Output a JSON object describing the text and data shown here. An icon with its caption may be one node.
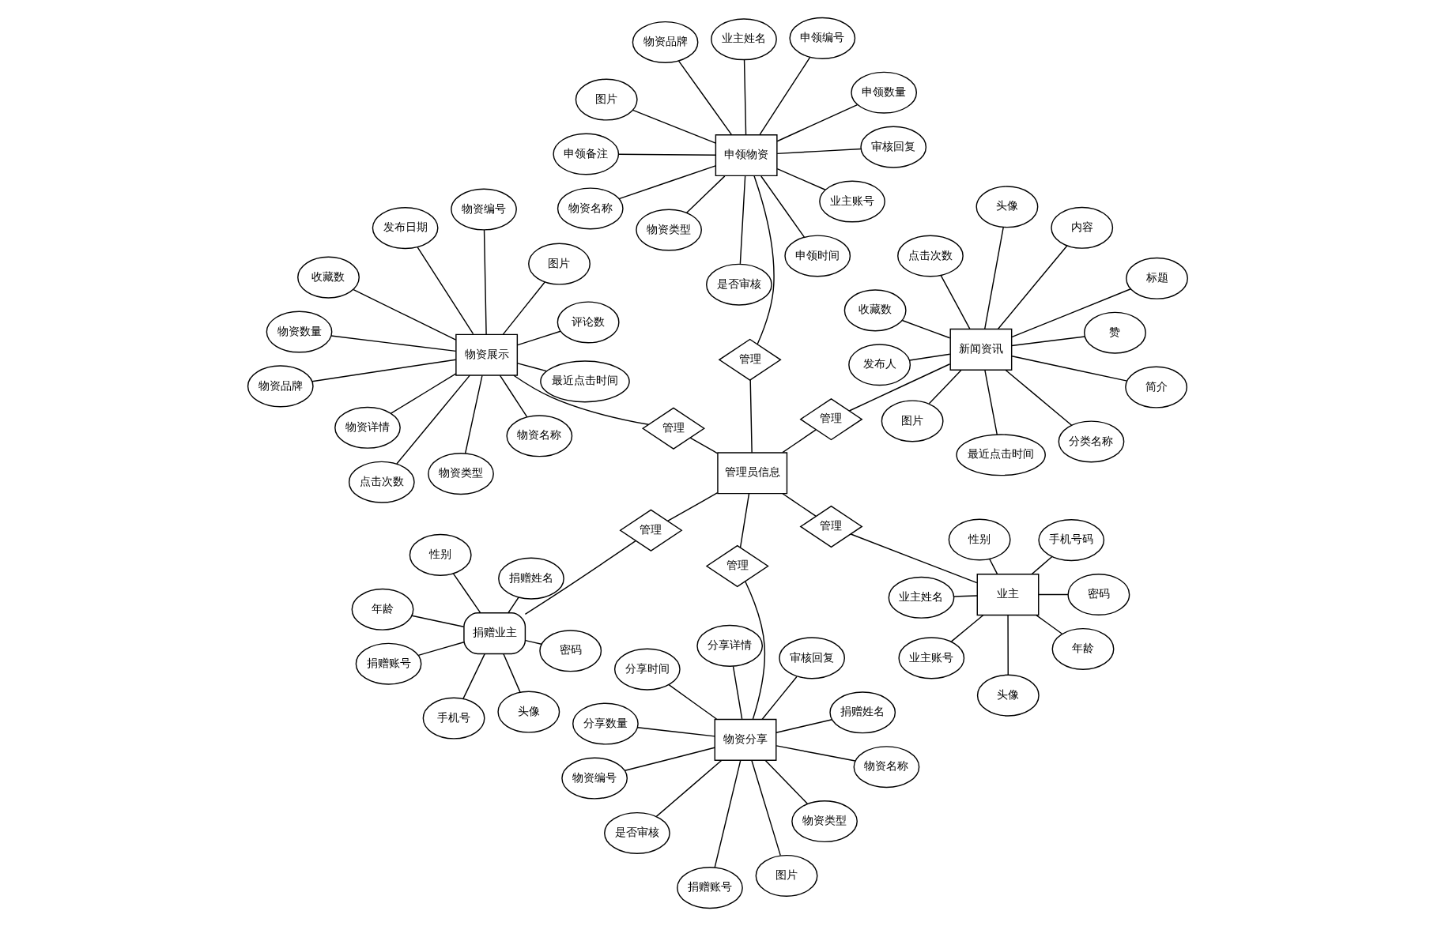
{
  "diagram": {
    "nodes": [
      {
        "text": [
          "捐赠业主"
        ]
      },
      {
        "text": [
          "密码"
        ]
      },
      {
        "text": [
          "手机号"
        ]
      },
      {
        "text": [
          "性别"
        ]
      },
      {
        "text": [
          "捐赠姓名"
        ]
      },
      {
        "text": [
          "年龄"
        ]
      },
      {
        "text": [
          "捐赠账号"
        ]
      },
      {
        "text": [
          "头像"
        ]
      },
      {
        "text": [
          "管理"
        ]
      },
      {
        "text": [
          "业主"
        ]
      },
      {
        "text": [
          "业主账号"
        ]
      },
      {
        "text": [
          "业主姓名"
        ]
      },
      {
        "text": [
          "密码"
        ]
      },
      {
        "text": [
          "手机号码"
        ]
      },
      {
        "text": [
          "性别"
        ]
      },
      {
        "text": [
          "头像"
        ]
      },
      {
        "text": [
          "年龄"
        ]
      },
      {
        "text": [
          "管理"
        ]
      },
      {
        "text": [
          "申领物资"
        ]
      },
      {
        "text": [
          "图片"
        ]
      },
      {
        "text": [
          "物资类型"
        ]
      },
      {
        "text": [
          "物资名称"
        ]
      },
      {
        "text": [
          "申领数量"
        ]
      },
      {
        "text": [
          "申领编号"
        ]
      },
      {
        "text": [
          "物资品牌"
        ]
      },
      {
        "text": [
          "申领时间"
        ]
      },
      {
        "text": [
          "审核回复"
        ]
      },
      {
        "text": [
          "申领备注"
        ]
      },
      {
        "text": [
          "是否审核"
        ]
      },
      {
        "text": [
          "业主账号"
        ]
      },
      {
        "text": [
          "业主姓名"
        ]
      },
      {
        "text": [
          "管理"
        ]
      },
      {
        "text": [
          "管理员信息"
        ]
      },
      {
        "text": [
          "物资展示"
        ]
      },
      {
        "text": [
          "图片"
        ]
      },
      {
        "text": [
          "物资类型"
        ]
      },
      {
        "text": [
          "物资名称"
        ]
      },
      {
        "text": [
          "物资编号"
        ]
      },
      {
        "text": [
          "物资数量"
        ]
      },
      {
        "text": [
          "物资品牌"
        ]
      },
      {
        "text": [
          "发布日期"
        ]
      },
      {
        "text": [
          "收藏数"
        ]
      },
      {
        "text": [
          "物资详情"
        ]
      },
      {
        "text": [
          "评论数"
        ]
      },
      {
        "text": [
          "最近点击时间"
        ]
      },
      {
        "text": [
          "点击次数"
        ]
      },
      {
        "text": [
          "管理"
        ]
      },
      {
        "text": [
          "新闻资讯"
        ]
      },
      {
        "text": [
          "简介"
        ]
      },
      {
        "text": [
          "分类名称"
        ]
      },
      {
        "text": [
          "发布人"
        ]
      },
      {
        "text": [
          "标题"
        ]
      },
      {
        "text": [
          "头像"
        ]
      },
      {
        "text": [
          "点击次数"
        ]
      },
      {
        "text": [
          "内容"
        ]
      },
      {
        "text": [
          "最近点击时间"
        ]
      },
      {
        "text": [
          "图片"
        ]
      },
      {
        "text": [
          "收藏数"
        ]
      },
      {
        "text": [
          "赞"
        ]
      },
      {
        "text": [
          "管理"
        ]
      },
      {
        "text": [
          "管理"
        ]
      },
      {
        "text": [
          "物资分享"
        ]
      },
      {
        "text": [
          "物资编号"
        ]
      },
      {
        "text": [
          "审核回复"
        ]
      },
      {
        "text": [
          "物资名称"
        ]
      },
      {
        "text": [
          "是否审核"
        ]
      },
      {
        "text": [
          "物资类型"
        ]
      },
      {
        "text": [
          "捐赠姓名"
        ]
      },
      {
        "text": [
          "图片"
        ]
      },
      {
        "text": [
          "分享数量"
        ]
      },
      {
        "text": [
          "捐赠账号"
        ]
      },
      {
        "text": [
          "分享详情"
        ]
      },
      {
        "text": [
          "分享时间"
        ]
      }
    ],
    "edges": [
      {
        "from": 0,
        "to": 1,
        "arrow": "none"
      },
      {
        "from": 0,
        "to": 2,
        "arrow": "none"
      },
      {
        "from": 0,
        "to": 3,
        "arrow": "none"
      },
      {
        "from": 0,
        "to": 4,
        "arrow": "none"
      },
      {
        "from": 0,
        "to": 5,
        "arrow": "none"
      },
      {
        "from": 0,
        "to": 6,
        "arrow": "none"
      },
      {
        "from": 0,
        "to": 7,
        "arrow": "none"
      },
      {
        "from": 0,
        "to": 8,
        "arrow": "none"
      },
      {
        "from": 8,
        "to": 32,
        "arrow": "none"
      },
      {
        "from": 9,
        "to": 10,
        "arrow": "none"
      },
      {
        "from": 9,
        "to": 11,
        "arrow": "none"
      },
      {
        "from": 9,
        "to": 12,
        "arrow": "none"
      },
      {
        "from": 9,
        "to": 13,
        "arrow": "none"
      },
      {
        "from": 9,
        "to": 14,
        "arrow": "none"
      },
      {
        "from": 9,
        "to": 15,
        "arrow": "none"
      },
      {
        "from": 9,
        "to": 16,
        "arrow": "none"
      },
      {
        "from": 17,
        "to": 9,
        "arrow": "none"
      },
      {
        "from": 32,
        "to": 17,
        "arrow": "none"
      },
      {
        "from": 18,
        "to": 19,
        "arrow": "none"
      },
      {
        "from": 18,
        "to": 20,
        "arrow": "none"
      },
      {
        "from": 18,
        "to": 21,
        "arrow": "none"
      },
      {
        "from": 18,
        "to": 22,
        "arrow": "none"
      },
      {
        "from": 18,
        "to": 23,
        "arrow": "none"
      },
      {
        "from": 18,
        "to": 24,
        "arrow": "none"
      },
      {
        "from": 18,
        "to": 25,
        "arrow": "none"
      },
      {
        "from": 18,
        "to": 26,
        "arrow": "none"
      },
      {
        "from": 18,
        "to": 27,
        "arrow": "none"
      },
      {
        "from": 18,
        "to": 28,
        "arrow": "none"
      },
      {
        "from": 18,
        "to": 29,
        "arrow": "none"
      },
      {
        "from": 18,
        "to": 30,
        "arrow": "none"
      },
      {
        "from": 18,
        "to": 31,
        "arrow": "none"
      },
      {
        "from": 31,
        "to": 32,
        "arrow": "none"
      },
      {
        "from": 33,
        "to": 34,
        "arrow": "none"
      },
      {
        "from": 33,
        "to": 35,
        "arrow": "none"
      },
      {
        "from": 33,
        "to": 36,
        "arrow": "none"
      },
      {
        "from": 33,
        "to": 37,
        "arrow": "none"
      },
      {
        "from": 33,
        "to": 38,
        "arrow": "none"
      },
      {
        "from": 33,
        "to": 39,
        "arrow": "none"
      },
      {
        "from": 33,
        "to": 40,
        "arrow": "none"
      },
      {
        "from": 33,
        "to": 41,
        "arrow": "none"
      },
      {
        "from": 33,
        "to": 42,
        "arrow": "none"
      },
      {
        "from": 33,
        "to": 43,
        "arrow": "none"
      },
      {
        "from": 33,
        "to": 44,
        "arrow": "none"
      },
      {
        "from": 33,
        "to": 45,
        "arrow": "none"
      },
      {
        "from": 33,
        "to": 46,
        "arrow": "none"
      },
      {
        "from": 46,
        "to": 32,
        "arrow": "none"
      },
      {
        "from": 47,
        "to": 48,
        "arrow": "none"
      },
      {
        "from": 47,
        "to": 49,
        "arrow": "none"
      },
      {
        "from": 47,
        "to": 50,
        "arrow": "none"
      },
      {
        "from": 47,
        "to": 51,
        "arrow": "none"
      },
      {
        "from": 47,
        "to": 52,
        "arrow": "none"
      },
      {
        "from": 47,
        "to": 53,
        "arrow": "none"
      },
      {
        "from": 47,
        "to": 54,
        "arrow": "none"
      },
      {
        "from": 47,
        "to": 55,
        "arrow": "none"
      },
      {
        "from": 47,
        "to": 56,
        "arrow": "none"
      },
      {
        "from": 47,
        "to": 57,
        "arrow": "none"
      },
      {
        "from": 47,
        "to": 58,
        "arrow": "none"
      },
      {
        "from": 59,
        "to": 47,
        "arrow": "none"
      },
      {
        "from": 32,
        "to": 59,
        "arrow": "none"
      },
      {
        "from": 32,
        "to": 60,
        "arrow": "none"
      },
      {
        "from": 60,
        "to": 61,
        "arrow": "none"
      },
      {
        "from": 61,
        "to": 62,
        "arrow": "none"
      },
      {
        "from": 61,
        "to": 63,
        "arrow": "none"
      },
      {
        "from": 61,
        "to": 64,
        "arrow": "none"
      },
      {
        "from": 61,
        "to": 65,
        "arrow": "none"
      },
      {
        "from": 61,
        "to": 66,
        "arrow": "none"
      },
      {
        "from": 61,
        "to": 67,
        "arrow": "none"
      },
      {
        "from": 61,
        "to": 68,
        "arrow": "none"
      },
      {
        "from": 61,
        "to": 69,
        "arrow": "none"
      },
      {
        "from": 61,
        "to": 70,
        "arrow": "none"
      },
      {
        "from": 61,
        "to": 71,
        "arrow": "none"
      },
      {
        "from": 61,
        "to": 72,
        "arrow": "none"
      }
    ]
  }
}
